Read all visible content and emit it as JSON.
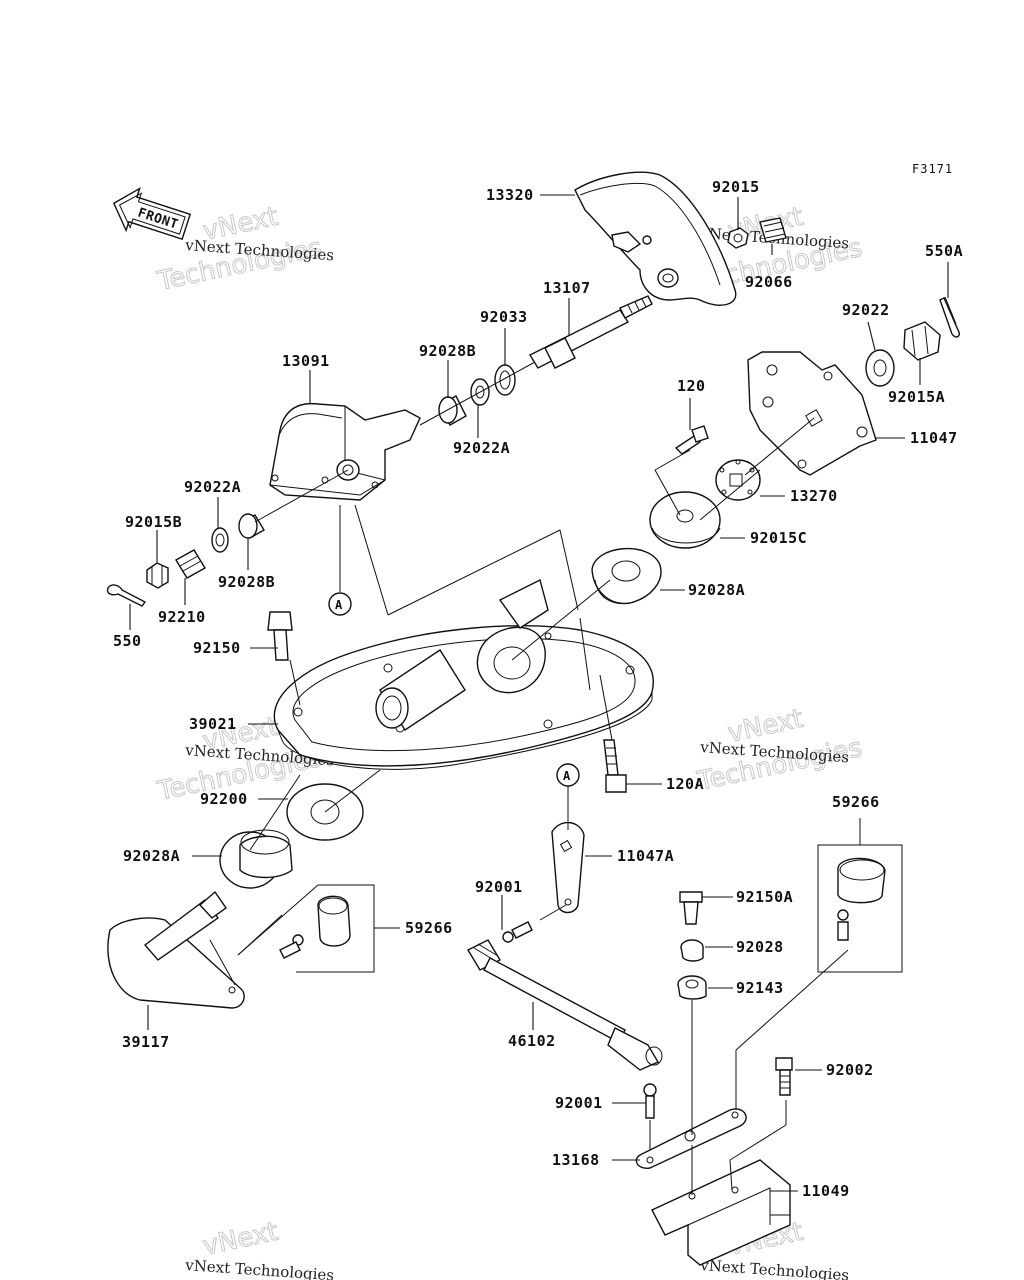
{
  "figure_code": "F3171",
  "front_label": "FRONT",
  "watermark": {
    "line1": "vNext Technologies",
    "line2a": "vNext",
    "line2b": "Technologies"
  },
  "ref_mark": "A",
  "labels": {
    "p13320": "13320",
    "p92015": "92015",
    "p92066": "92066",
    "p550A": "550A",
    "p13107": "13107",
    "p92033": "92033",
    "p92022": "92022",
    "p92028B_top": "92028B",
    "p13091": "13091",
    "p92022A_top": "92022A",
    "p92015A": "92015A",
    "p120": "120",
    "p11047": "11047",
    "p92022A": "92022A",
    "p92015B": "92015B",
    "p92028B": "92028B",
    "p13270": "13270",
    "p92015C": "92015C",
    "p92210": "92210",
    "p92028A_right": "92028A",
    "p550": "550",
    "p92150": "92150",
    "p39021": "39021",
    "p120A": "120A",
    "p92200": "92200",
    "p59266_right": "59266",
    "p11047A": "11047A",
    "p92028A_left": "92028A",
    "p92001_mid": "92001",
    "p92150A": "92150A",
    "p59266_left": "59266",
    "p92028": "92028",
    "p92143": "92143",
    "p39117": "39117",
    "p46102": "46102",
    "p92002": "92002",
    "p92001_low": "92001",
    "p13168": "13168",
    "p11049": "11049"
  }
}
